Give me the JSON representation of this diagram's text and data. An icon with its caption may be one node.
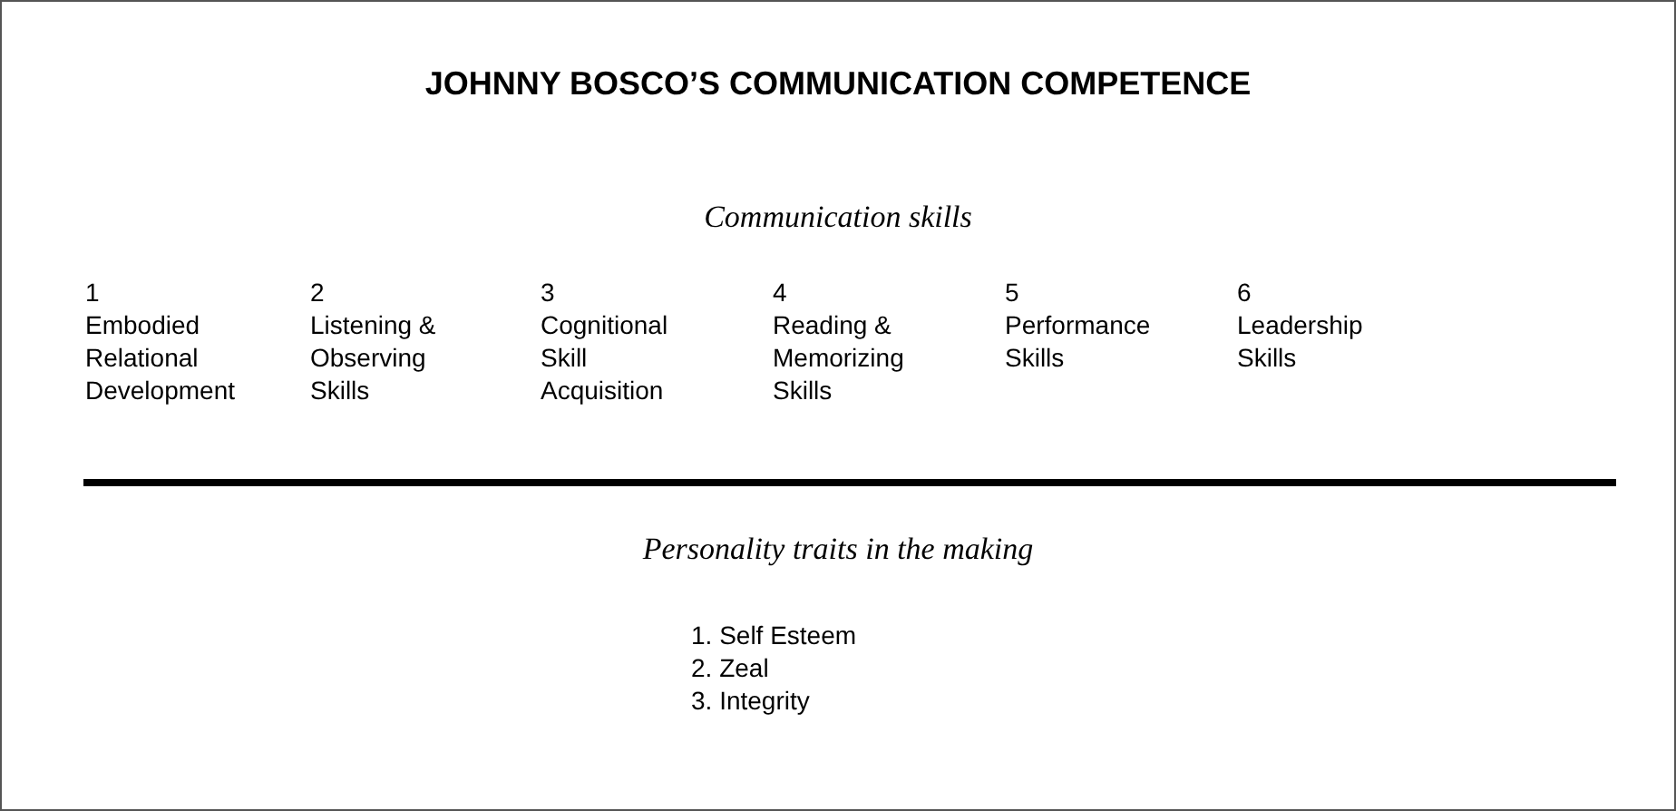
{
  "diagram": {
    "title": "JOHNNY BOSCO’S COMMUNICATION COMPETENCE",
    "labels": [
      "Communication skills",
      "1",
      "Embodied Relational Development",
      "2",
      "Listening & Observing Skills",
      "3",
      "Cognitional Skill Acquisition",
      "4",
      "Reading & Memorizing Skills",
      "5",
      "Performance Skills",
      "6",
      "Leadership Skills",
      "Personality traits in the making",
      "1. Self Esteem",
      "2. Zeal",
      "3. Integrity"
    ]
  }
}
